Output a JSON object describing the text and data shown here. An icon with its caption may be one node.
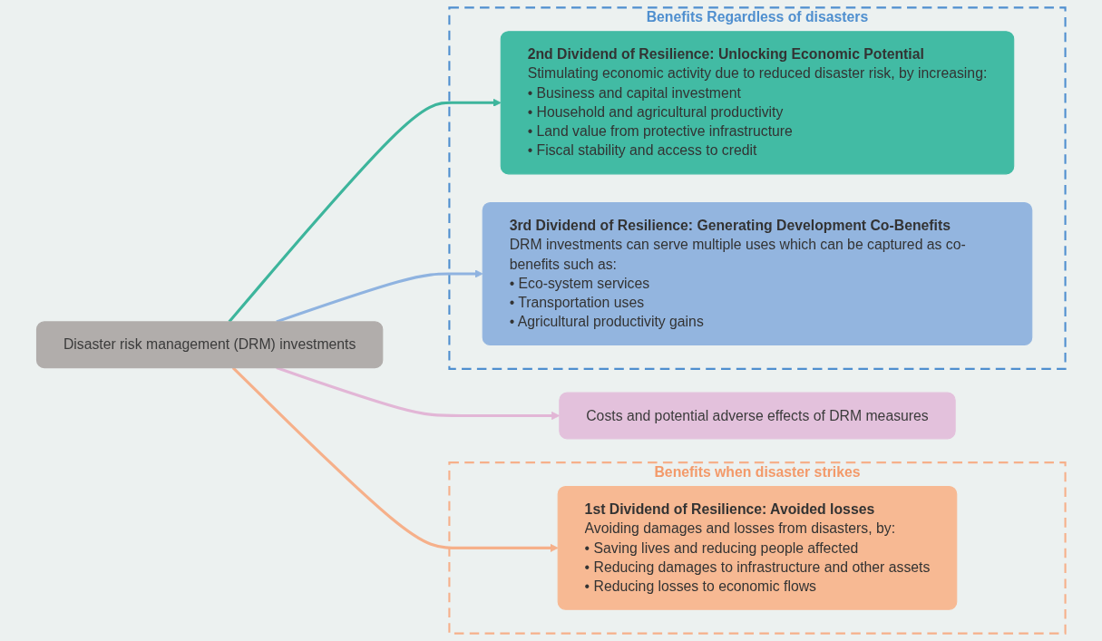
{
  "diagram": {
    "nodes": [
      {
        "text": [
          "Disaster risk management (DRM) investments"
        ]
      },
      {
        "text": [
          "Benefits when disaster strikes"
        ]
      },
      {
        "text": [
          "1st Dividend of Resilience: Avoided losses",
          "Avoiding damages and losses from disasters, by:",
          "• Saving lives and reducing people affected",
          "• Reducing damages to infrastructure and other assets",
          "• Reducing losses to economic flows"
        ],
        "in": 1
      },
      {
        "text": [
          "Benefits Regardless of disasters"
        ]
      },
      {
        "text": [
          "2nd Dividend of Resilience: Unlocking Economic Potential",
          "Stimulating economic activity due to reduced disaster risk, by increasing:",
          "• Business and capital investment",
          "• Household and agricultural productivity",
          "• Land value from protective infrastructure",
          "• Fiscal stability and access to credit"
        ],
        "in": 3
      },
      {
        "text": [
          "3rd Dividend of Resilience: Generating Development Co-Benefits",
          "DRM investments can serve multiple uses which can be captured as co-benefits such as:",
          "• Eco-system services",
          "• Transportation uses",
          "• Agricultural productivity gains"
        ],
        "in": 3
      },
      {
        "text": [
          "Costs and potential adverse effects of DRM measures"
        ]
      }
    ],
    "edges": [
      {
        "from": 0,
        "to": 2,
        "arrow": "to",
        "color": "#f6b08a"
      },
      {
        "from": 0,
        "to": 4,
        "arrow": "to",
        "color": "#3db59c"
      },
      {
        "from": 0,
        "to": 5,
        "arrow": "to",
        "color": "#8fb3e0"
      },
      {
        "from": 0,
        "to": 6,
        "arrow": "to",
        "color": "#e2b6d6"
      }
    ]
  }
}
